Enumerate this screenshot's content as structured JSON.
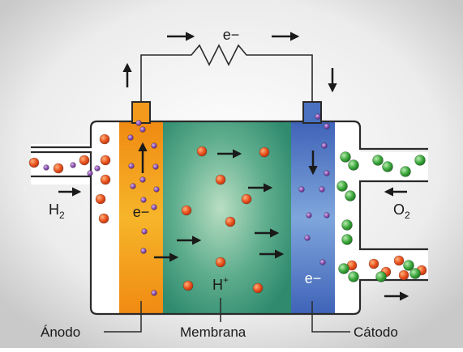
{
  "labels": {
    "electron_top": "e−",
    "electron_anode": "e−",
    "electron_cathode": "e−",
    "proton": "H",
    "proton_charge": "+",
    "hydrogen": "H",
    "hydrogen_sub": "2",
    "oxygen": "O",
    "oxygen_sub": "2",
    "anode": "Ánodo",
    "membrane": "Membrana",
    "cathode": "Cátodo"
  },
  "colors": {
    "anode": "#f59a1c",
    "membrane": "#3f9a7a",
    "cathode": "#4a72c0",
    "proton_particle": "#e8501e",
    "electron_particle": "#8a4fb0",
    "oxygen_particle": "#3aa63a",
    "outline": "#2a2a2a"
  },
  "icons": [
    "resistor-icon",
    "arrow-icon",
    "hydrogen-particle-icon",
    "electron-particle-icon",
    "oxygen-particle-icon"
  ]
}
